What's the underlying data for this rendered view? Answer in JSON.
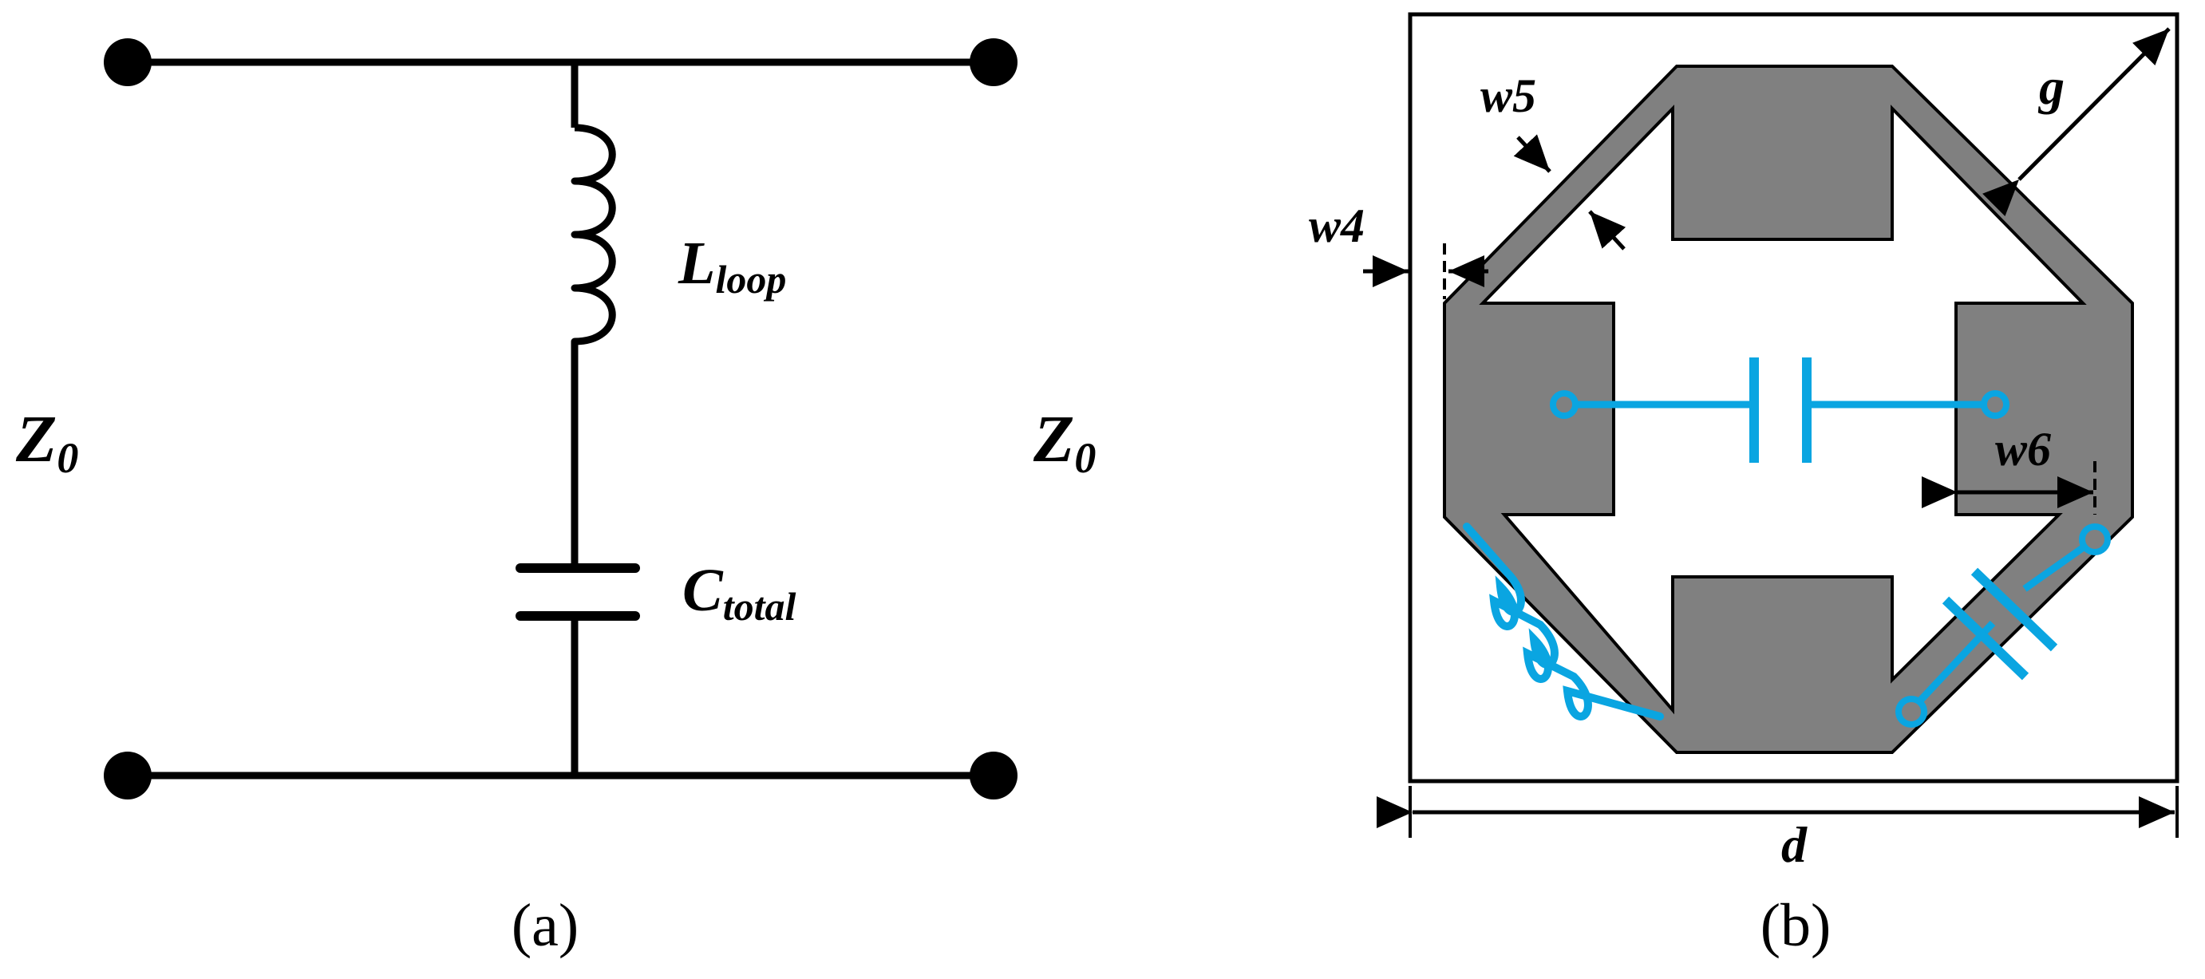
{
  "panel_a": {
    "caption": "(a)",
    "left_port": {
      "label": "Z",
      "sub": "0"
    },
    "right_port": {
      "label": "Z",
      "sub": "0"
    },
    "inductor": {
      "label": "L",
      "sub": "loop"
    },
    "capacitor": {
      "label": "C",
      "sub": "total"
    }
  },
  "panel_b": {
    "caption": "(b)",
    "dims": {
      "g": "g",
      "w4": "w4",
      "w5": "w5",
      "w6": "w6",
      "d": "d"
    }
  },
  "colors": {
    "line": "#000000",
    "metal": "#808080",
    "annotation": "#0aa5e1",
    "background": "#ffffff"
  }
}
